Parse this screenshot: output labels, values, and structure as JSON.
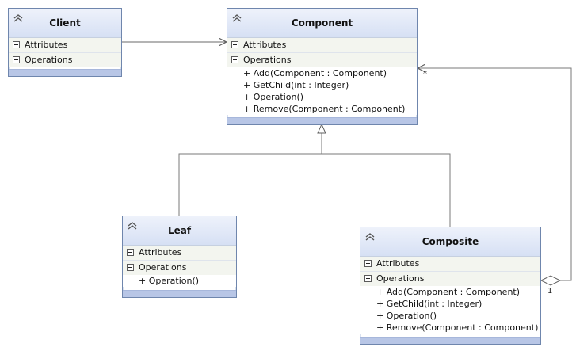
{
  "diagram": {
    "client": {
      "title": "Client",
      "attributes_label": "Attributes",
      "operations_label": "Operations"
    },
    "component": {
      "title": "Component",
      "attributes_label": "Attributes",
      "operations_label": "Operations",
      "operations": [
        "+ Add(Component : Component)",
        "+ GetChild(int : Integer)",
        "+ Operation()",
        "+ Remove(Component : Component)"
      ]
    },
    "leaf": {
      "title": "Leaf",
      "attributes_label": "Attributes",
      "operations_label": "Operations",
      "operations": [
        "+ Operation()"
      ]
    },
    "composite": {
      "title": "Composite",
      "attributes_label": "Attributes",
      "operations_label": "Operations",
      "operations": [
        "+ Add(Component : Component)",
        "+ GetChild(int : Integer)",
        "+ Operation()",
        "+ Remove(Component : Component)"
      ]
    },
    "multiplicities": {
      "component_end": "*",
      "composite_end": "1"
    },
    "colors": {
      "header_start": "#eef2fb",
      "header_end": "#d6e0f4",
      "border": "#6f86ad",
      "footer": "#b8c6e6",
      "section_bg": "#f3f5ef",
      "line": "#7a7a7a"
    }
  }
}
